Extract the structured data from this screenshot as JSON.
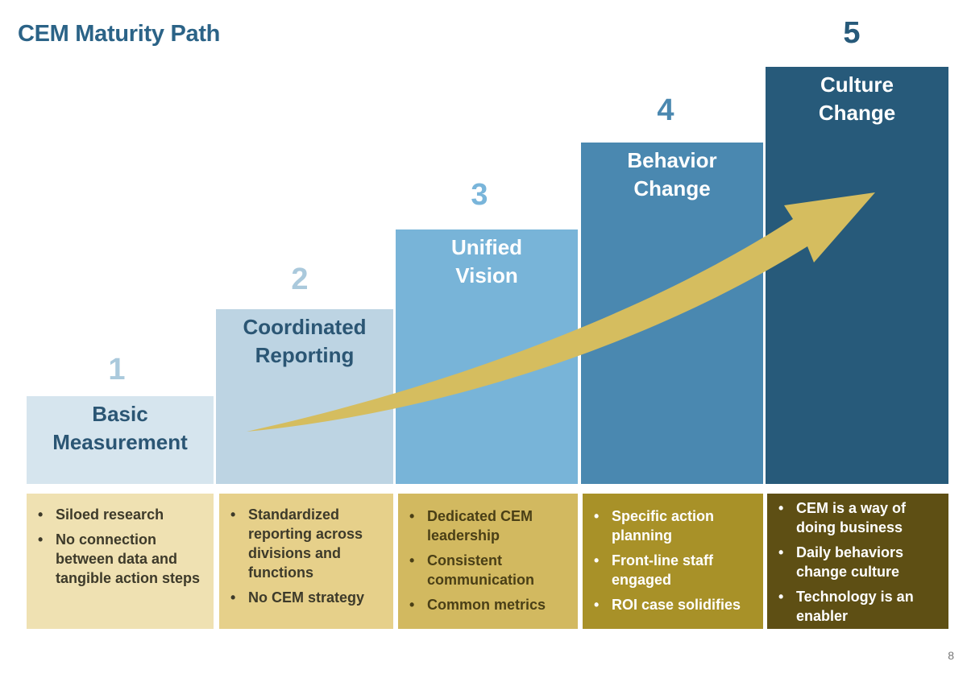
{
  "title": "CEM Maturity Path",
  "page_number": "8",
  "stages": [
    {
      "number": "1",
      "label": "Basic\nMeasurement",
      "bullets": [
        "Siloed research",
        "No connection between data and tangible action steps"
      ]
    },
    {
      "number": "2",
      "label": "Coordinated\nReporting",
      "bullets": [
        "Standardized reporting across divisions and functions",
        "No CEM strategy"
      ]
    },
    {
      "number": "3",
      "label": "Unified\nVision",
      "bullets": [
        "Dedicated CEM leadership",
        "Consistent communication",
        "Common metrics"
      ]
    },
    {
      "number": "4",
      "label": "Behavior\nChange",
      "bullets": [
        "Specific action planning",
        "Front-line staff engaged",
        "ROI case solidifies"
      ]
    },
    {
      "number": "5",
      "label": "Culture\nChange",
      "bullets": [
        "CEM is a way of doing business",
        "Daily behaviors change culture",
        "Technology is an enabler"
      ]
    }
  ],
  "colors": {
    "title": "#2b6387",
    "stage_fills": [
      "#d6e5ee",
      "#bdd4e3",
      "#78b4d8",
      "#4a88b0",
      "#275a7a"
    ],
    "stage_text": [
      "#2b5674",
      "#2b5674",
      "#ffffff",
      "#ffffff",
      "#ffffff"
    ],
    "number_colors": [
      "#aac9dc",
      "#aac9dc",
      "#79b5da",
      "#4a88b0",
      "#275a7a"
    ],
    "desc_fills": [
      "#efe1b2",
      "#e6d08a",
      "#d2b960",
      "#a89128",
      "#5e4f14"
    ],
    "desc_text": [
      "#3d3a2a",
      "#3d3a2a",
      "#4a3f16",
      "#ffffff",
      "#ffffff"
    ],
    "arrow": "#d5bd5f"
  }
}
